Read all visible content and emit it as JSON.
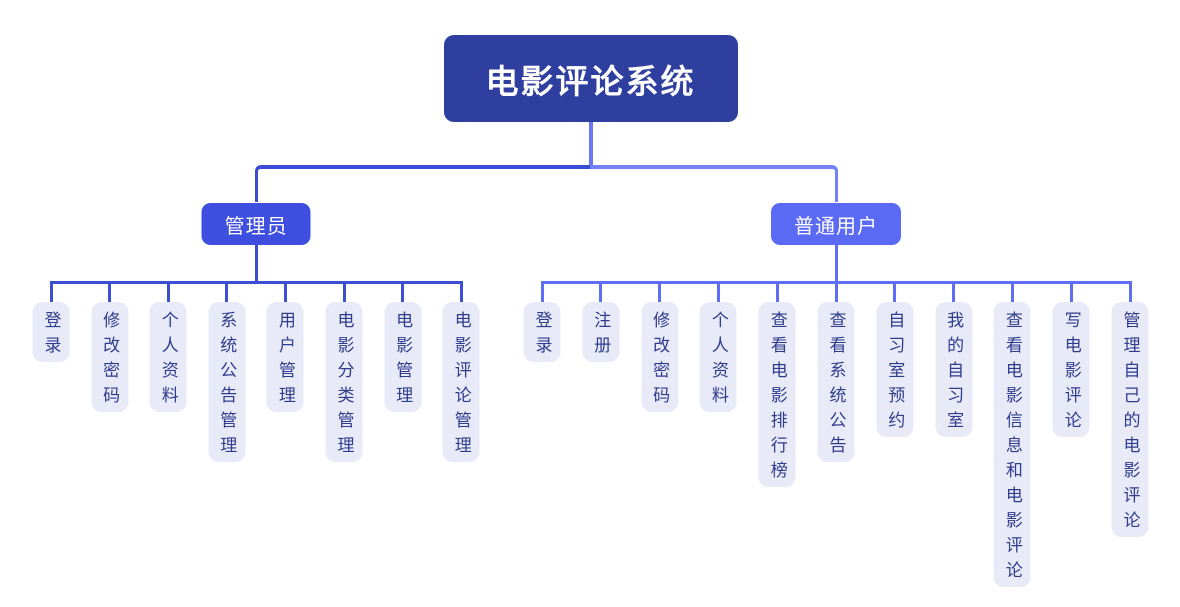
{
  "diagram": {
    "root": {
      "label": "电影评论系统",
      "fill": "#2e3fa0",
      "text_color": "#ffffff"
    },
    "root_connector_color": "#6b77f8",
    "background": "#ffffff",
    "leaf_style": {
      "fill": "#e8eaf8",
      "text_color": "#2f3b8d"
    },
    "branches": [
      {
        "id": "admin",
        "label": "管理员",
        "fill": "#3e4fdf",
        "line_color": "#3c4ed2",
        "elbow_color": "#3a4cd8",
        "children": [
          "登录",
          "修改密码",
          "个人资料",
          "系统公告管理",
          "用户管理",
          "电影分类管理",
          "电影管理",
          "电影评论管理"
        ]
      },
      {
        "id": "user",
        "label": "普通用户",
        "fill": "#5b6af5",
        "line_color": "#5f6ff5",
        "elbow_color": "#7280fb",
        "children": [
          "登录",
          "注册",
          "修改密码",
          "个人资料",
          "查看电影排行榜",
          "查看系统公告",
          "自习室预约",
          "我的自习室",
          "查看电影信息和电影评论",
          "写电影评论",
          "管理自己的电影评论"
        ]
      }
    ]
  }
}
